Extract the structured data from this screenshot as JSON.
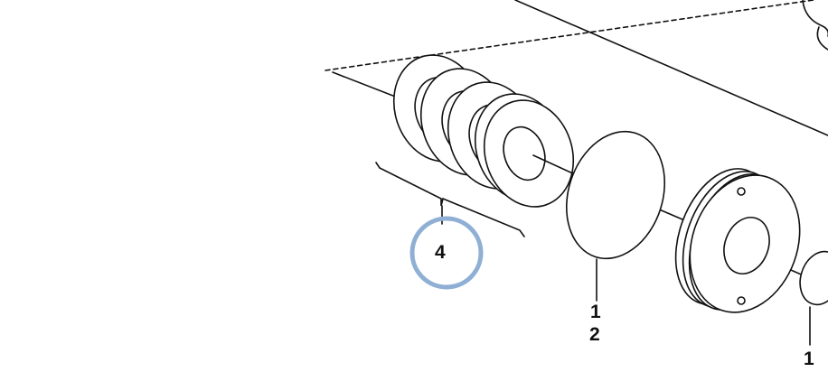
{
  "diagram": {
    "callouts": {
      "c4": "4",
      "c1a": "1",
      "c2": "2",
      "c1b": "1"
    },
    "highlight_color": "#8fb0d4",
    "line_color": "#111111"
  }
}
